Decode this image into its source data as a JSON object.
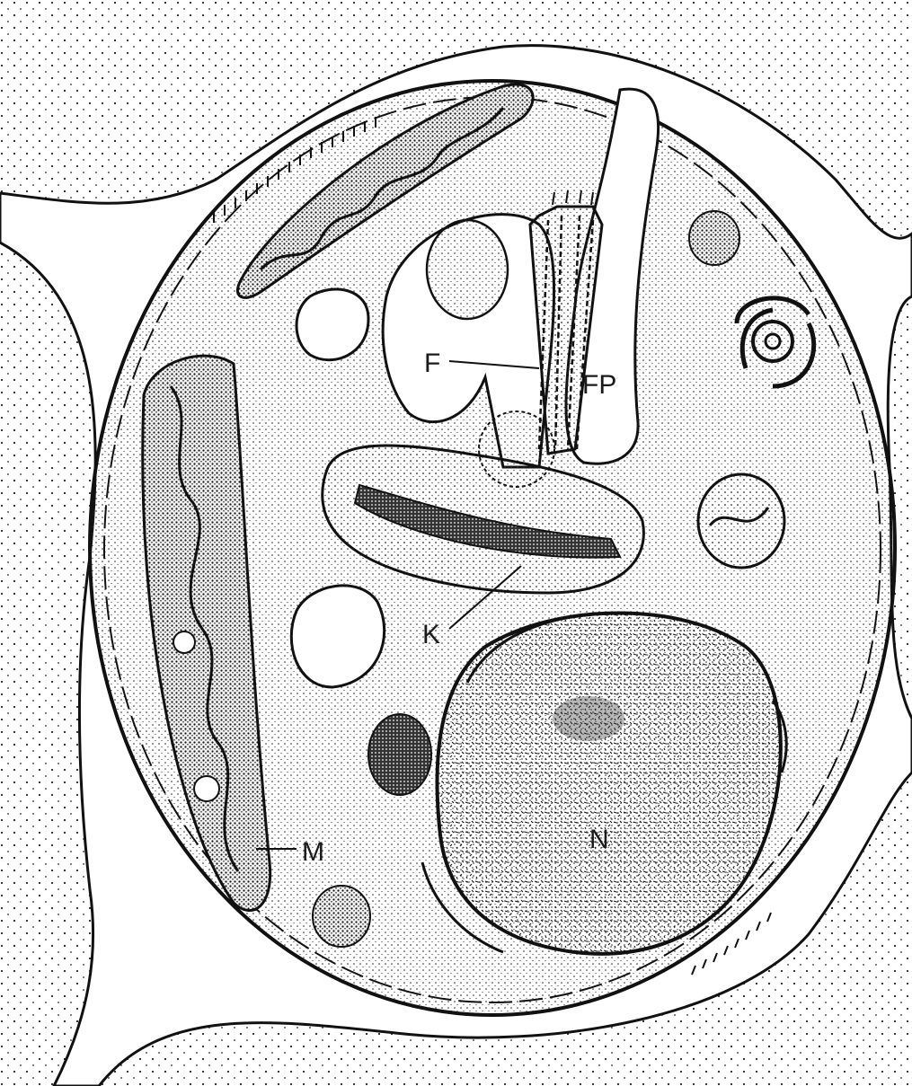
{
  "labels": {
    "flagellum": "F",
    "flagellar_pocket": "FP",
    "kinetoplast": "K",
    "mitochondrion": "M",
    "nucleus": "N"
  }
}
